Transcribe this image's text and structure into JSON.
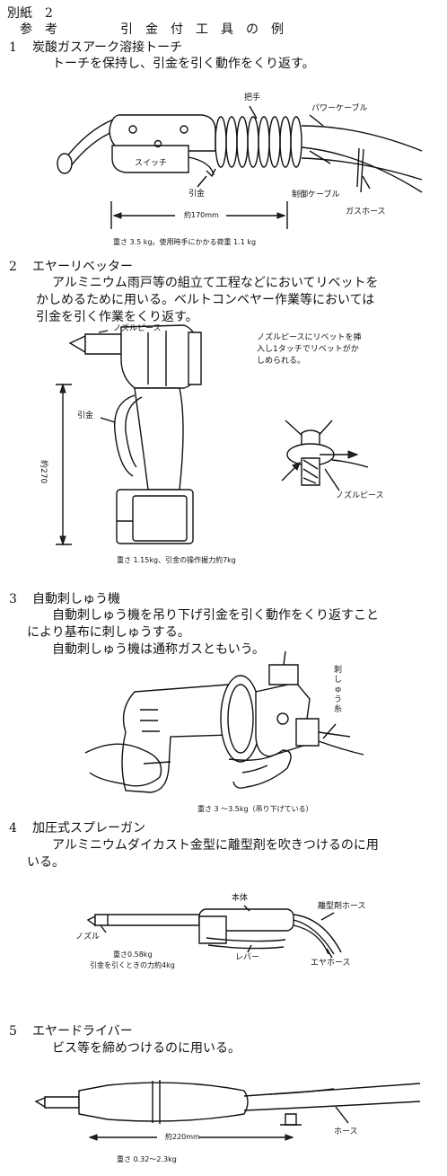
{
  "header": {
    "attachment": "別紙　2",
    "title": "参　考　　　　　引　金　付　工　具　の　例"
  },
  "sections": [
    {
      "number": "1",
      "heading": "炭酸ガスアーク溶接トーチ",
      "description": [
        "トーチを保持し、引金を引く動作をくり返す。"
      ],
      "labels": {
        "handle": "把手",
        "power_cable": "パワーケーブル",
        "switch": "スイッチ",
        "trigger": "引金",
        "control_cable": "制御ケーブル",
        "gas_hose": "ガスホース",
        "length": "約170mm"
      },
      "caption": "重さ 3.5 kg。使用時手にかかる荷重 1.1 kg"
    },
    {
      "number": "2",
      "heading": "エヤーリベッター",
      "description": [
        "アルミニウム雨戸等の組立て工程などにおいてリベットを",
        "かしめるために用いる。ベルトコンベヤー作業等においては",
        "引金を引く作業をくり返す。"
      ],
      "labels": {
        "nozzle_piece": "ノズルピース",
        "trigger": "引金",
        "height": "約270",
        "note": [
          "ノズルピースにリベットを挿",
          "入し1タッチでリベットがか",
          "しめられる。"
        ],
        "nozzle_piece_detail": "ノズルピース"
      },
      "caption": "重さ 1.15kg、引金の操作握力約7kg"
    },
    {
      "number": "3",
      "heading": "自動刺しゅう機",
      "description": [
        "自動刺しゅう機を吊り下げ引金を引く動作をくり返すこと",
        "により基布に刺しゅうする。",
        "自動刺しゅう機は通称ガスともいう。"
      ],
      "labels": {
        "thread": [
          "刺",
          "し",
          "ゅ",
          "う",
          "糸"
        ]
      },
      "caption": "重さ 3 ～3.5kg（吊り下げている）"
    },
    {
      "number": "4",
      "heading": "加圧式スプレーガン",
      "description": [
        "アルミニウムダイカスト金型に離型剤を吹きつけるのに用",
        "いる。"
      ],
      "labels": {
        "body": "本体",
        "release_hose": "離型剤ホース",
        "nozzle": "ノズル",
        "lever": "レバー",
        "air_hose": "エヤホース"
      },
      "caption": [
        "重さ0.58kg",
        "引金を引くときの力約4kg"
      ]
    },
    {
      "number": "5",
      "heading": "エヤードライバー",
      "description": [
        "ビス等を締めつけるのに用いる。"
      ],
      "labels": {
        "length": "約220mm",
        "hose": "ホース"
      },
      "caption": "重さ 0.32～2.3kg"
    }
  ]
}
